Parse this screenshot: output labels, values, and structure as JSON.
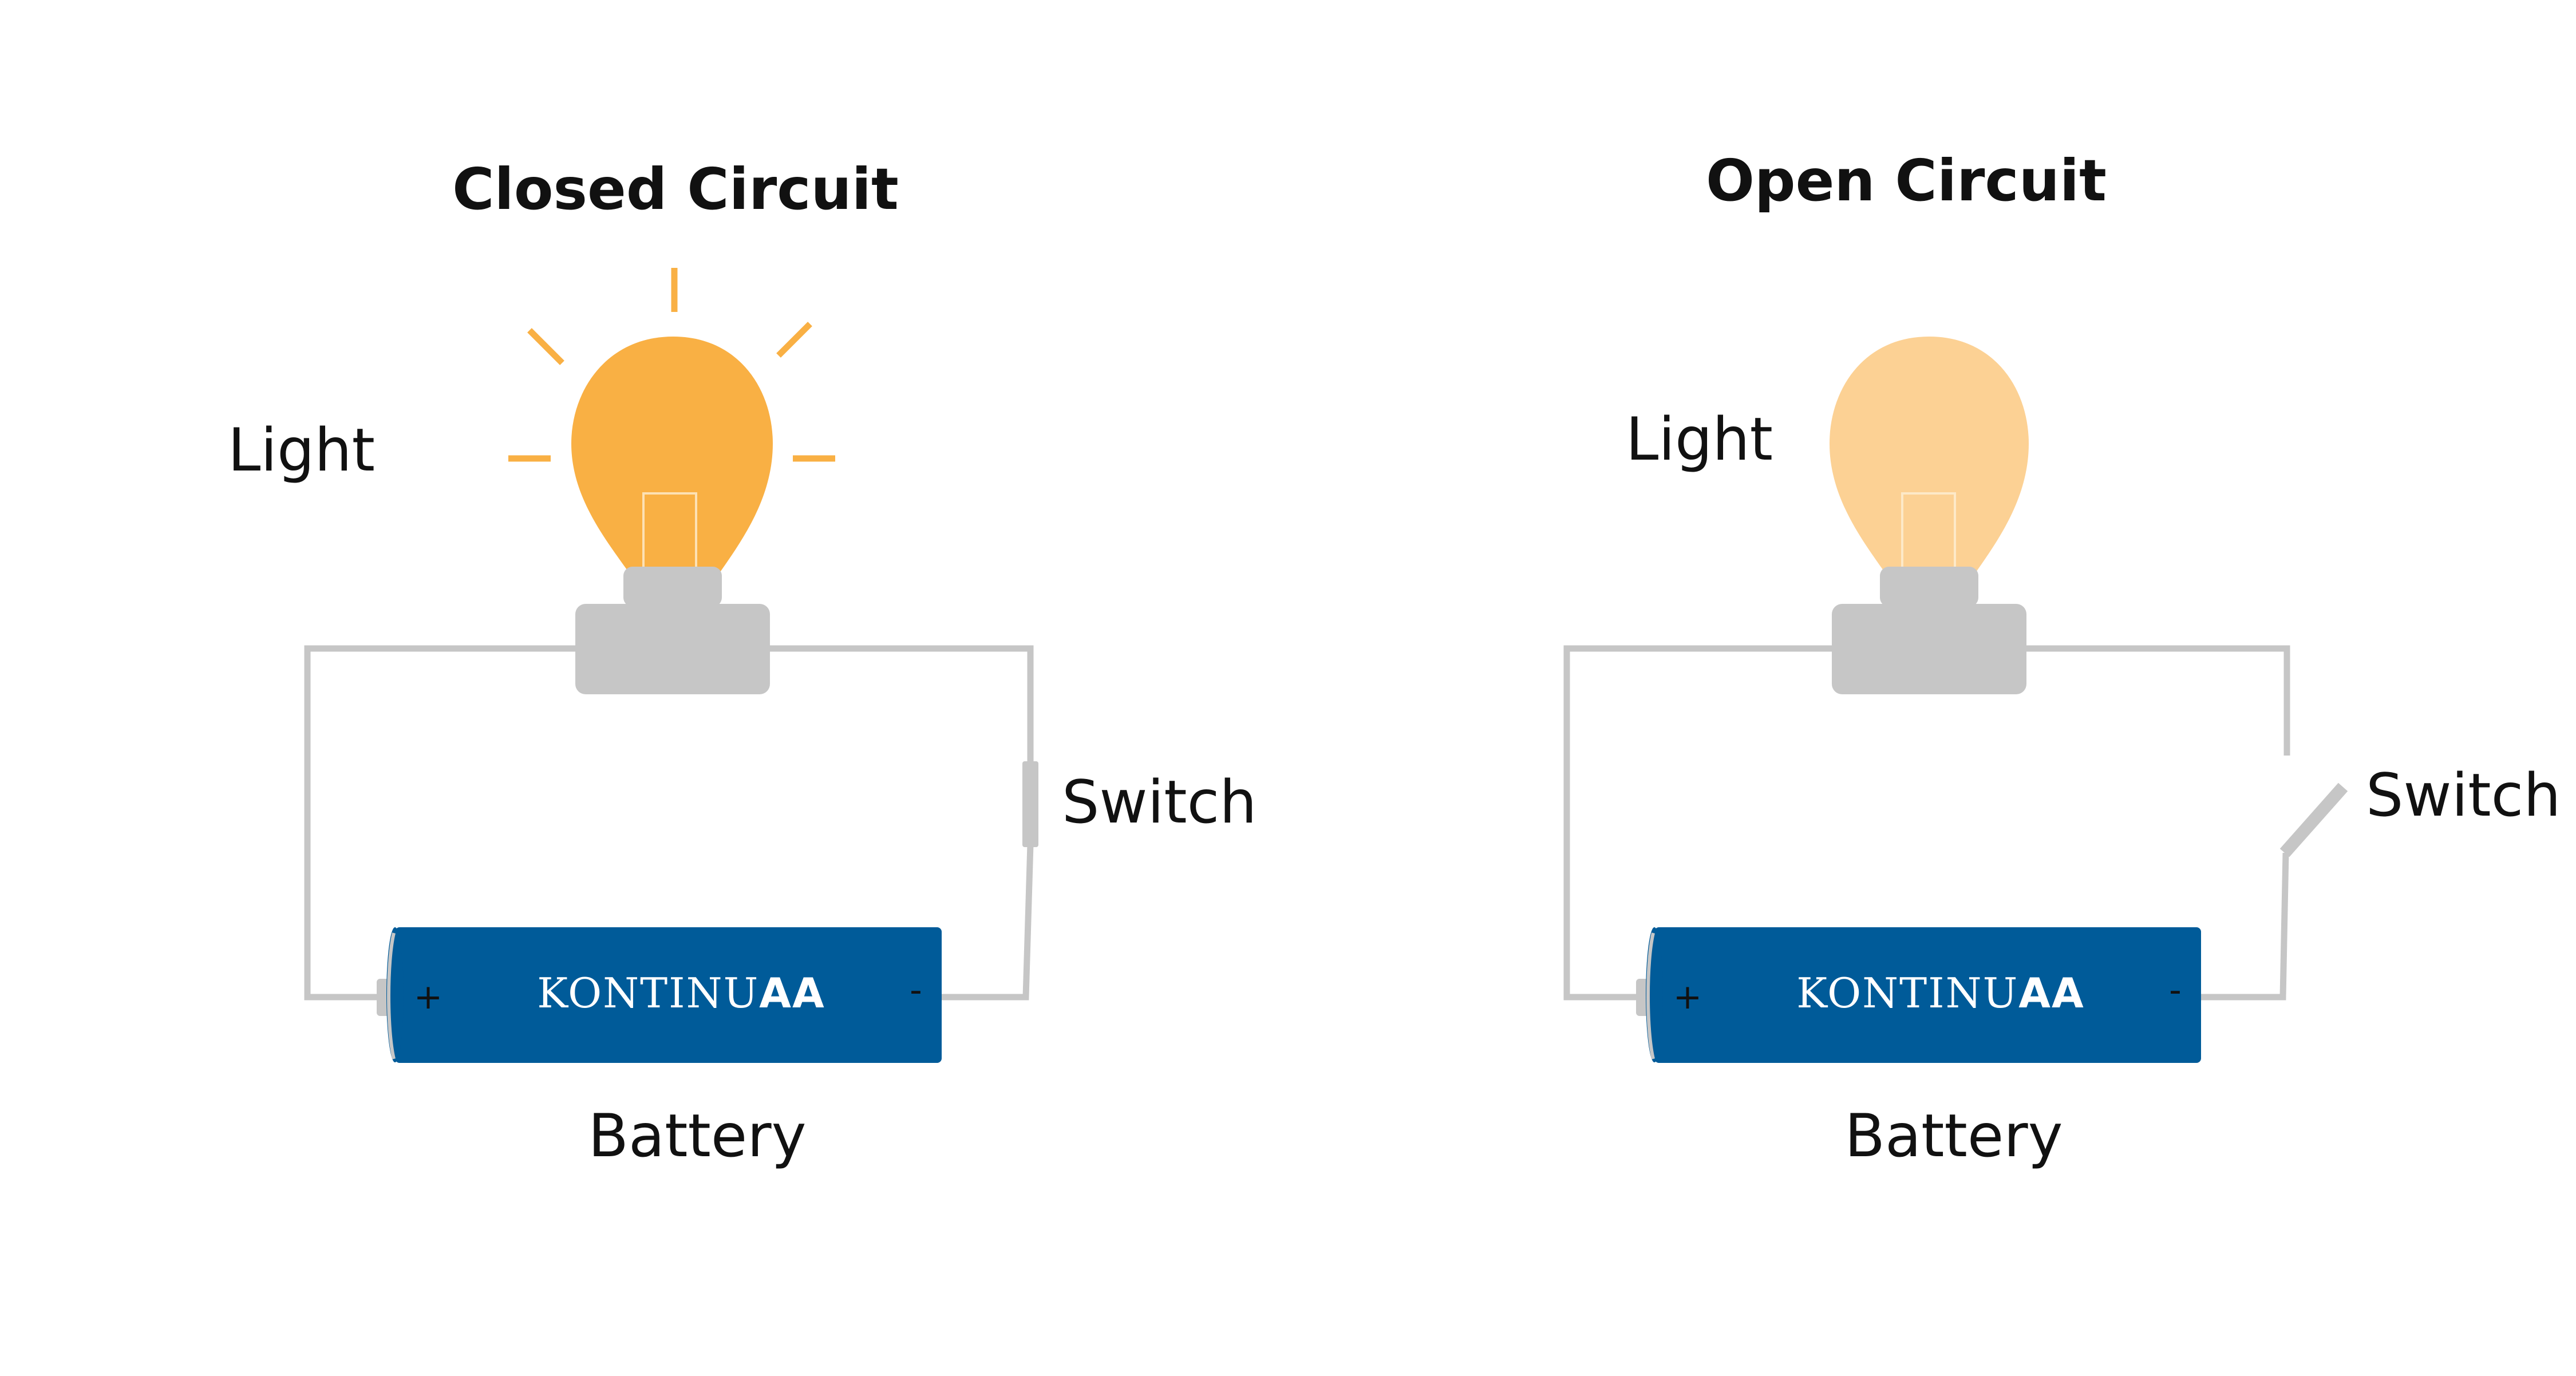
{
  "colors": {
    "bulb_on": "#f9b044",
    "bulb_off": "#fcd194",
    "wire": "#c6c6c6",
    "battery": "#005b99",
    "text": "#111111"
  },
  "closed_circuit": {
    "title": "Closed Circuit",
    "light_label": "Light",
    "switch_label": "Switch",
    "battery_label": "Battery",
    "battery_brand_regular": "KONTINU",
    "battery_brand_bold": "AA",
    "positive": "+",
    "negative": "-",
    "bulb_state": "on",
    "switch_state": "closed"
  },
  "open_circuit": {
    "title": "Open Circuit",
    "light_label": "Light",
    "switch_label": "Switch",
    "battery_label": "Battery",
    "battery_brand_regular": "KONTINU",
    "battery_brand_bold": "AA",
    "positive": "+",
    "negative": "-",
    "bulb_state": "off",
    "switch_state": "open"
  }
}
